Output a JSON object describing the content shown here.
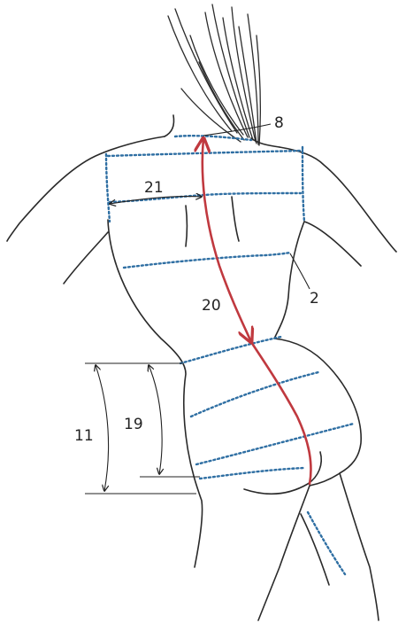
{
  "figure": {
    "labels": {
      "l8": "8",
      "l21": "21",
      "l2": "2",
      "l20": "20",
      "l19": "19",
      "l11": "11"
    },
    "colors": {
      "outline": "#2a2a2a",
      "measure_dots": "#2f6fa3",
      "red_line": "#c0393f",
      "dimension": "#222222"
    }
  }
}
